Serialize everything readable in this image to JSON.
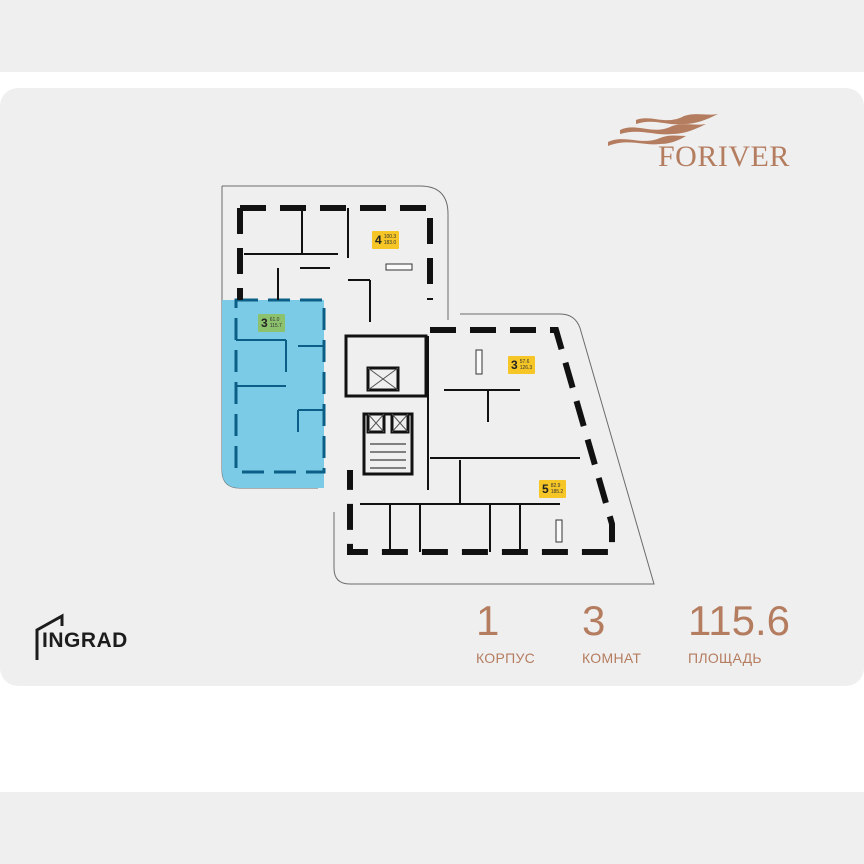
{
  "brand": {
    "name": "FORIVER",
    "color": "#b57d60",
    "icon": "waves-logo-icon"
  },
  "developer": {
    "name": "INGRAD",
    "icon": "house-outline-icon"
  },
  "floorplan": {
    "highlight_color": "#7ccbe6",
    "highlight_border": "#0b5f86",
    "apartments": [
      {
        "rooms": "4",
        "area_total": "100.3",
        "area_sub": "183.0",
        "color": "#f5c625",
        "selected": false
      },
      {
        "rooms": "3",
        "area_total": "61.0",
        "area_sub": "115.7",
        "color": "#8cc26e",
        "selected": true
      },
      {
        "rooms": "3",
        "area_total": "57.6",
        "area_sub": "126.3",
        "color": "#f5c625",
        "selected": false
      },
      {
        "rooms": "5",
        "area_total": "82.9",
        "area_sub": "185.2",
        "color": "#f5c625",
        "selected": false
      }
    ]
  },
  "stats": [
    {
      "value": "1",
      "label": "КОРПУС"
    },
    {
      "value": "3",
      "label": "КОМНАТ"
    },
    {
      "value": "115.6",
      "label": "ПЛОЩАДЬ"
    }
  ]
}
